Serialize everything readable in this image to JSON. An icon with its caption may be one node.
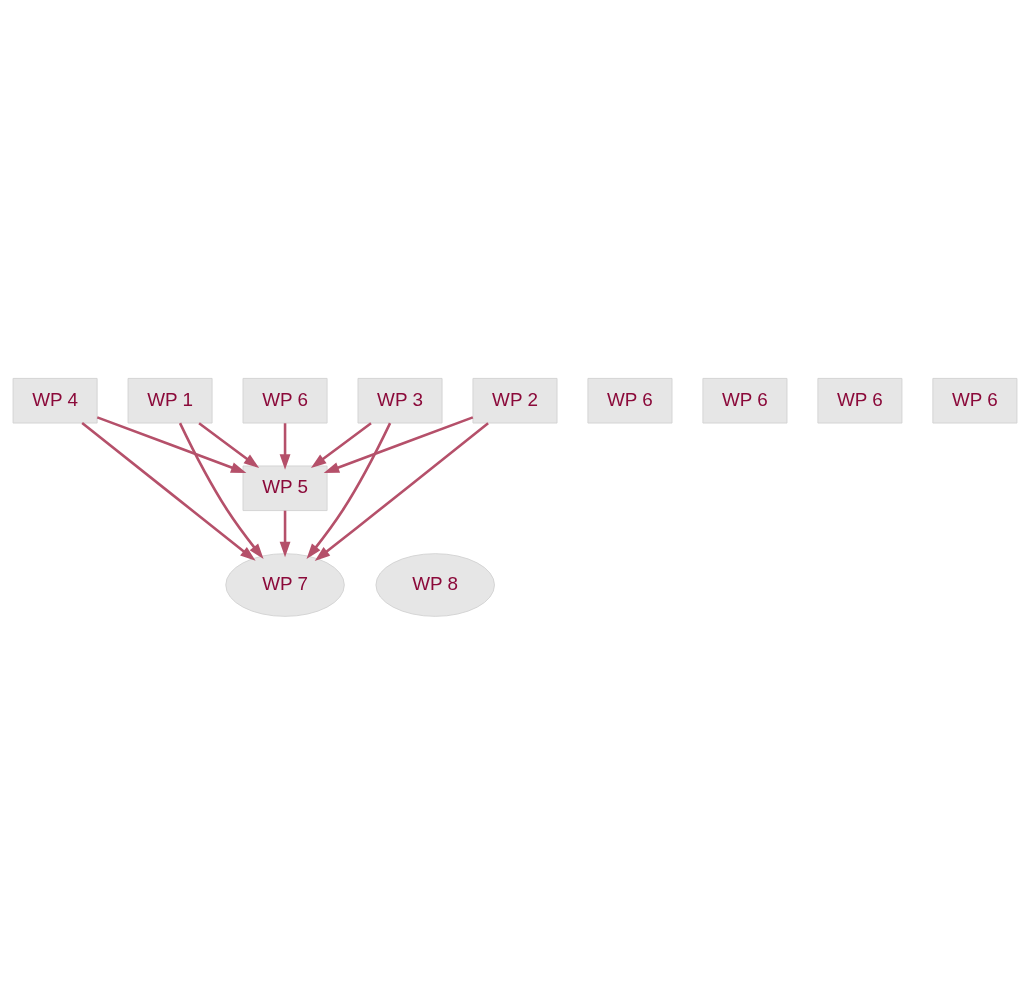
{
  "diagram": {
    "nodes": [
      {
        "text": [
          "WP 6"
        ]
      },
      {
        "text": [
          "WP 5"
        ]
      },
      {
        "text": [
          "WP 6"
        ]
      },
      {
        "text": [
          "WP 4"
        ]
      },
      {
        "text": [
          "WP 1"
        ]
      },
      {
        "text": [
          "WP 6"
        ]
      },
      {
        "text": [
          "WP 7"
        ]
      },
      {
        "text": [
          "WP 8"
        ]
      },
      {
        "text": [
          "WP 3"
        ]
      },
      {
        "text": [
          "WP 2"
        ]
      },
      {
        "text": [
          "WP 6"
        ]
      },
      {
        "text": [
          "WP 6"
        ]
      }
    ],
    "edges": [
      {
        "from": 0,
        "to": 1,
        "arrow": "to"
      },
      {
        "from": 3,
        "to": 1,
        "arrow": "to"
      },
      {
        "from": 8,
        "to": 1,
        "arrow": "to"
      },
      {
        "from": 4,
        "to": 1,
        "arrow": "to"
      },
      {
        "from": 9,
        "to": 1,
        "arrow": "to"
      },
      {
        "from": 1,
        "to": 6,
        "arrow": "to"
      },
      {
        "from": 3,
        "to": 6,
        "arrow": "to"
      },
      {
        "from": 4,
        "to": 6,
        "arrow": "to"
      },
      {
        "from": 8,
        "to": 6,
        "arrow": "to"
      },
      {
        "from": 9,
        "to": 6,
        "arrow": "to"
      }
    ]
  }
}
